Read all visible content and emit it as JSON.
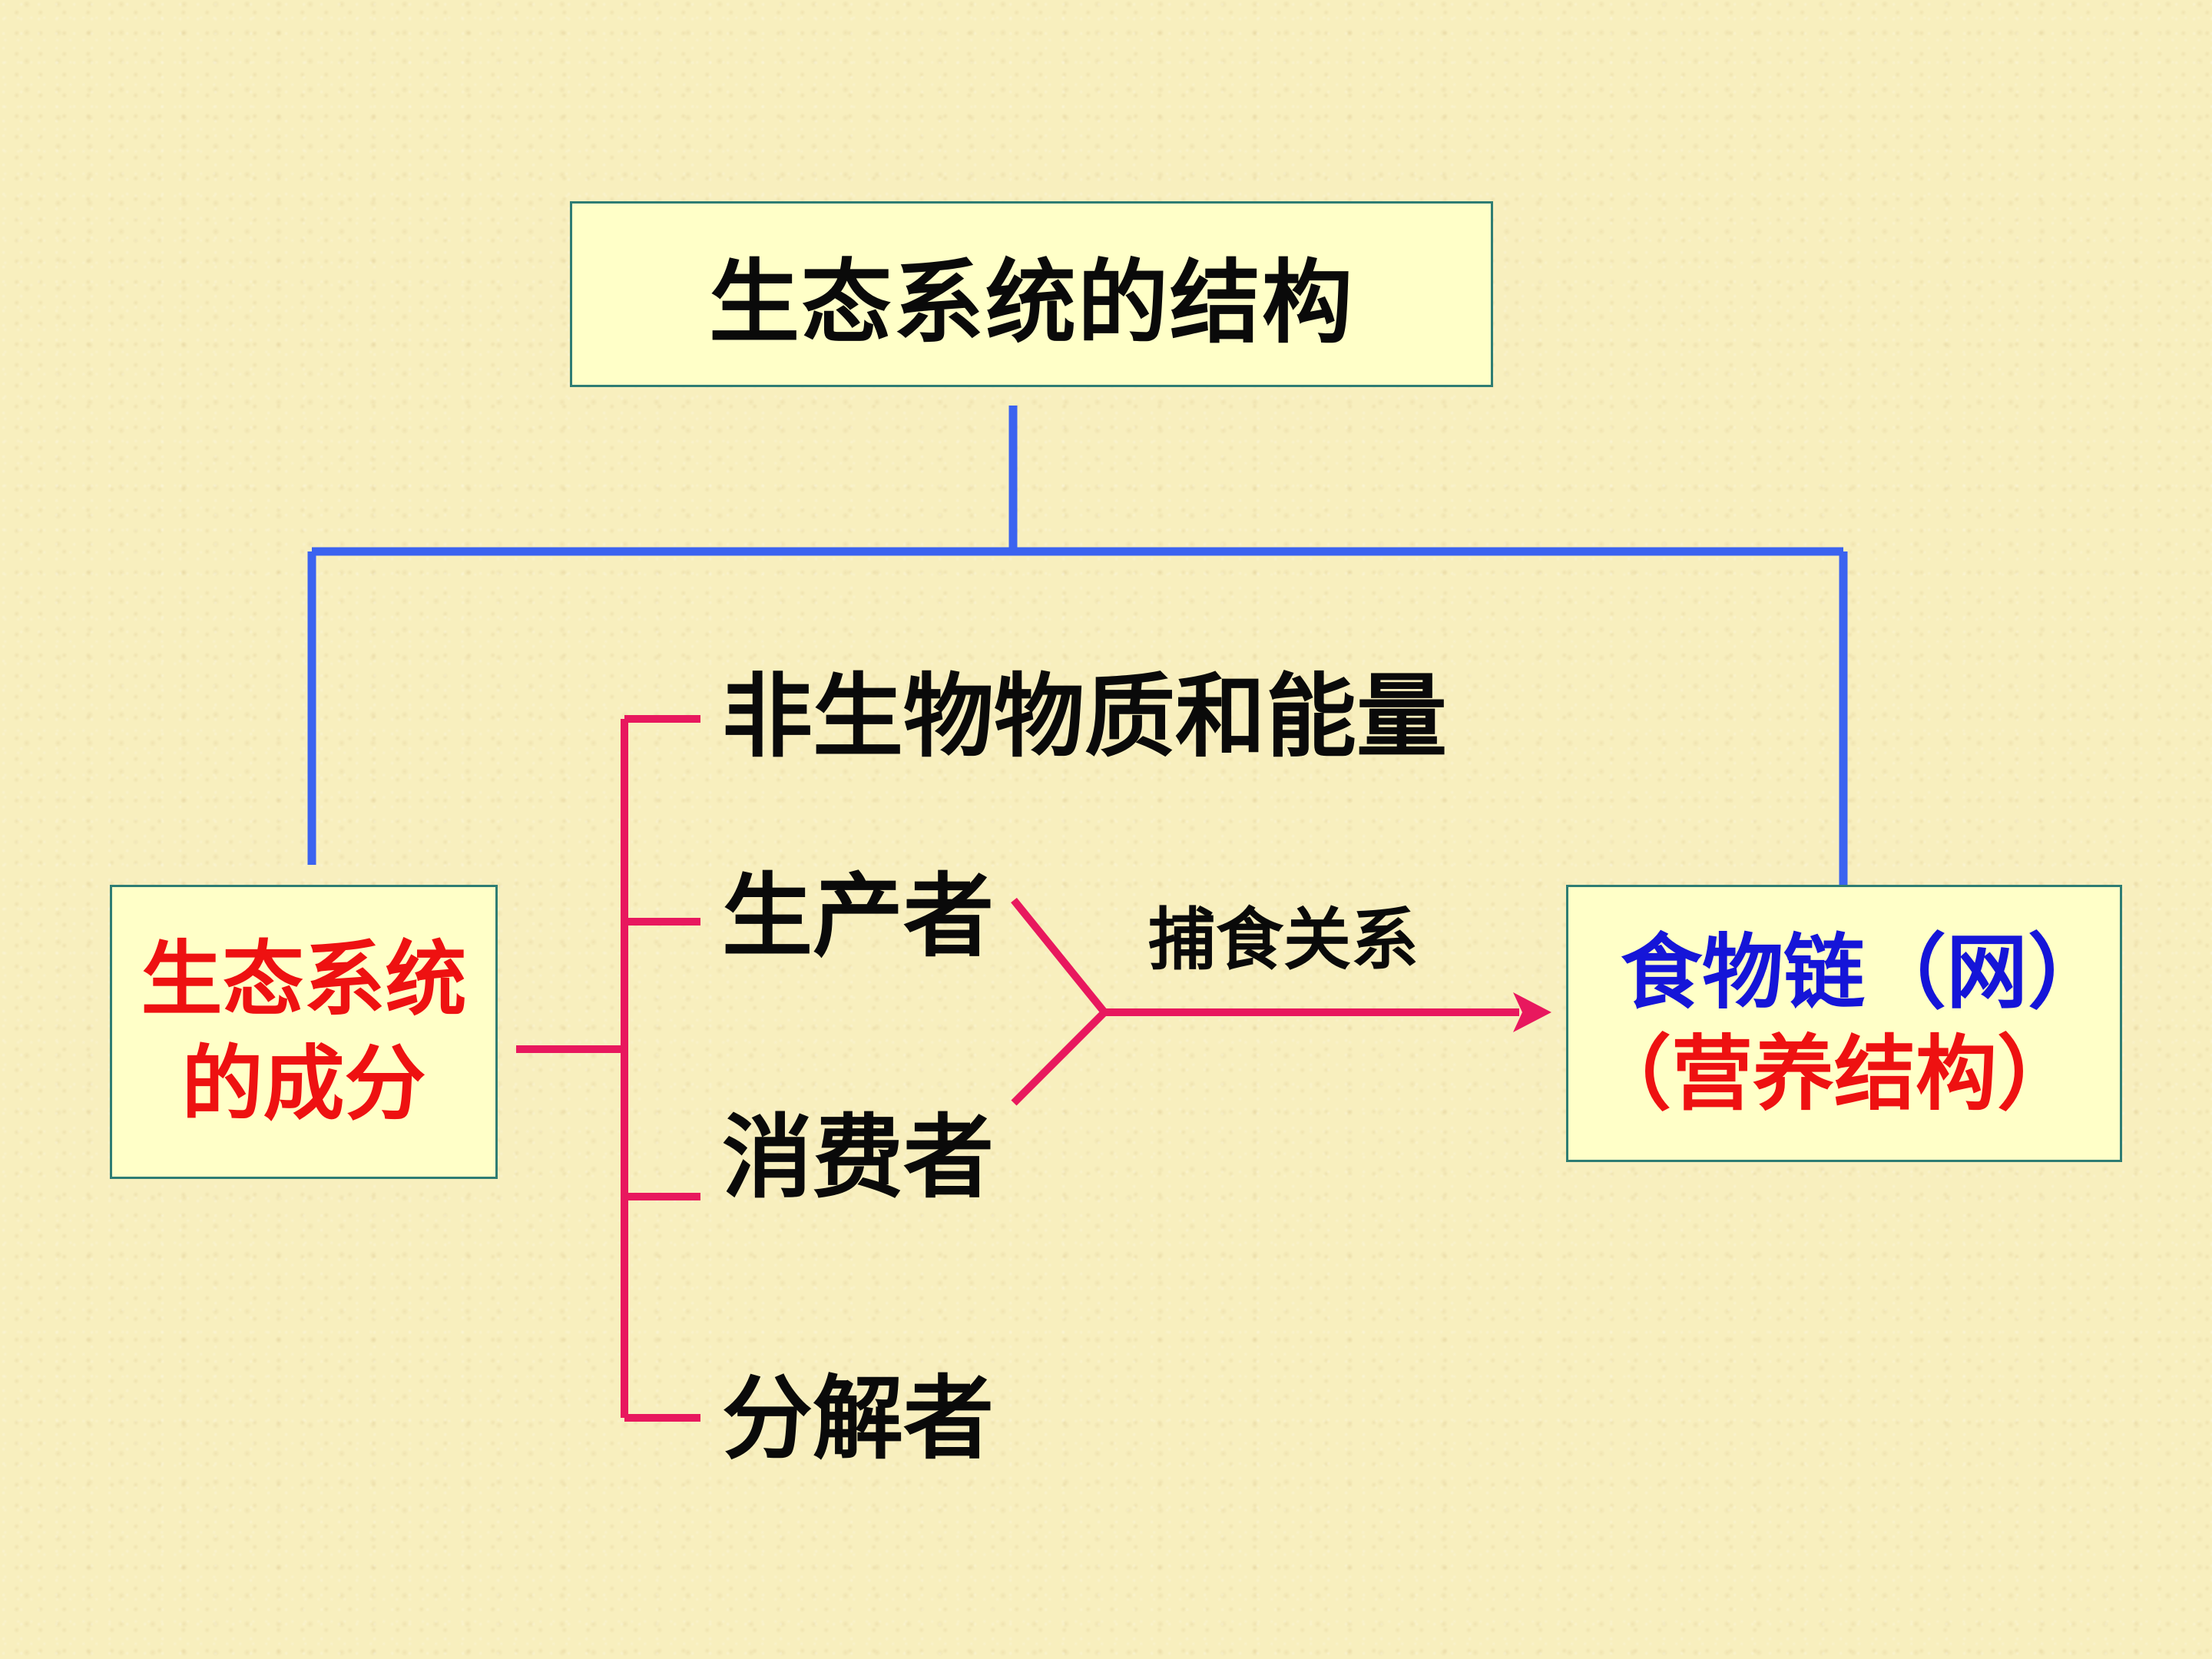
{
  "root": {
    "title": "生态系统的结构"
  },
  "components_box": {
    "line1": "生态系统",
    "line2": "的成分"
  },
  "structure_box": {
    "line1": "食物链（网）",
    "line2": "（营养结构）"
  },
  "components": [
    "非生物物质和能量",
    "生产者",
    "消费者",
    "分解者"
  ],
  "relation_label": "捕食关系",
  "colors": {
    "background": "#f8efbe",
    "box_fill": "#ffffc8",
    "box_border": "#2e7d73",
    "tree_connector": "#3b63f0",
    "branch_connector": "#e8185e",
    "red_text": "#ee1111",
    "blue_text": "#1515d8"
  }
}
